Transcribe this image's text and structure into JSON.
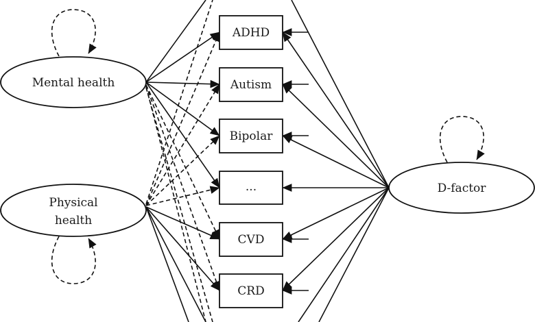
{
  "diagram": {
    "type": "structural-equation-model",
    "latent_factors": [
      {
        "id": "mental",
        "label_lines": [
          "Mental health"
        ],
        "self_loop": "dashed",
        "loop_side": "top"
      },
      {
        "id": "physical",
        "label_lines": [
          "Physical",
          "health"
        ],
        "self_loop": "dashed",
        "loop_side": "bottom"
      },
      {
        "id": "dfactor",
        "label_lines": [
          "D-factor"
        ],
        "self_loop": "dashed",
        "loop_side": "top"
      }
    ],
    "indicators": [
      {
        "id": "adhd",
        "label": "ADHD"
      },
      {
        "id": "autism",
        "label": "Autism"
      },
      {
        "id": "bipolar",
        "label": "Bipolar"
      },
      {
        "id": "etc",
        "label": "..."
      },
      {
        "id": "cvd",
        "label": "CVD"
      },
      {
        "id": "crd",
        "label": "CRD"
      }
    ],
    "edges": {
      "mental_solid": [
        "adhd",
        "autism",
        "bipolar",
        "etc"
      ],
      "mental_dashed": [
        "cvd",
        "crd"
      ],
      "physical_solid": [
        "cvd",
        "crd"
      ],
      "physical_dashed": [
        "adhd",
        "autism",
        "bipolar",
        "etc"
      ],
      "dfactor_solid": [
        "adhd",
        "autism",
        "bipolar",
        "etc",
        "cvd",
        "crd"
      ],
      "residual_arrows": [
        "adhd",
        "autism",
        "bipolar",
        "cvd",
        "crd"
      ]
    }
  }
}
